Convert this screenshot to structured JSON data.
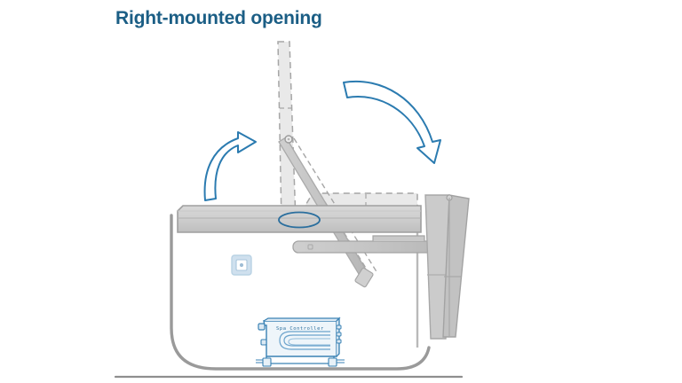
{
  "page": {
    "title": "Right-mounted opening",
    "background_color": "#ffffff"
  },
  "colors": {
    "title": "#1b5e85",
    "arrow_stroke": "#2b7bb0",
    "shell_outline": "#9a9a9a",
    "cover_fill": "#d2d2d2",
    "ghost_fill": "#e8e8e8",
    "ghost_stroke": "#a6a6a6",
    "controller_stroke": "#3a82b4",
    "controller_fill": "#dce9f3",
    "keypad_fill": "#cfe0ee",
    "floor_line": "#8f8f8f"
  },
  "diagram": {
    "type": "technical-cross-section",
    "subject": "hot tub spa with right-mounted cover lifter",
    "components": [
      {
        "name": "spa-shell",
        "description": "tub cross-section with rounded bottom"
      },
      {
        "name": "spa-cover-closed",
        "description": "cover resting flat on tub rim"
      },
      {
        "name": "spa-cover-raised-ghost",
        "description": "dashed outline of cover in open vertical position"
      },
      {
        "name": "cover-lifter-arms",
        "description": "vertical lifter arms mounted on right side"
      },
      {
        "name": "support-strut",
        "description": "diagonal pivoting support arm"
      },
      {
        "name": "pivot-hinge",
        "description": "hinge pivot joint"
      },
      {
        "name": "drain-ellipse",
        "description": "blue ellipse opening marker on rim"
      },
      {
        "name": "keypad",
        "description": "small control keypad on tub wall"
      },
      {
        "name": "spa-controller",
        "description": "equipment box labelled Spa Controller"
      },
      {
        "name": "floor-line",
        "description": "ground reference line"
      }
    ]
  },
  "arrows": [
    {
      "id": "arrow-left-up",
      "label": "lift direction",
      "direction": "up-right",
      "color": "#2b7bb0"
    },
    {
      "id": "arrow-right-down",
      "label": "fold-over direction",
      "direction": "right-down",
      "color": "#2b7bb0"
    }
  ],
  "labels": {
    "controller": "Spa Controller"
  }
}
